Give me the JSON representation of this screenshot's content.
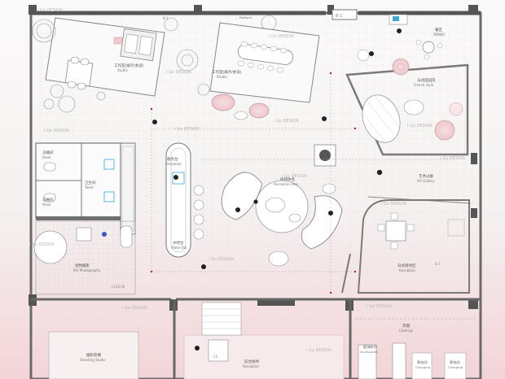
{
  "watermark": "i Go DESIGN",
  "rooms": {
    "studio_left": {
      "cn": "工作室(展示/会谈)",
      "en": "Studio"
    },
    "studio_right": {
      "cn": "工作室(展示/会谈)",
      "en": "Studio"
    },
    "platform": {
      "cn": "独立平台",
      "en": "Platform"
    },
    "dining": {
      "cn": "餐区",
      "en": "DINING"
    },
    "french": {
      "cn": "法式田园风",
      "en": "French style"
    },
    "stool_top": {
      "cn": "马桶间",
      "en": "Stool"
    },
    "toilet": {
      "cn": "卫生间",
      "en": "Toilet"
    },
    "stool_bottom": {
      "cn": "马桶间",
      "en": "Stool"
    },
    "reception_desk": {
      "cn": "服务台",
      "en": "Reception"
    },
    "reception_area": {
      "cn": "接待休息",
      "en": "Reception area"
    },
    "water_bar": {
      "cn": "水吧台",
      "en": "Water Bar"
    },
    "pet_photo": {
      "cn": "宠物摄影",
      "en": "Pet Photography"
    },
    "art_gallery": {
      "cn": "艺术过廊",
      "en": "Art Gallery"
    },
    "jp_reception": {
      "cn": "日式接待区",
      "en": "Reception"
    },
    "shooting": {
      "cn": "摄影影棚",
      "en": "Shooting Studio"
    },
    "front_desk": {
      "cn": "前台接待",
      "en": "Reception"
    },
    "clothing": {
      "cn": "衣帽",
      "en": "Clothing"
    },
    "accessories": {
      "cn": "配饰陈列",
      "en": "Accessories"
    },
    "changing_left": {
      "cn": "更衣间",
      "en": "Changing"
    },
    "changing_right": {
      "cn": "更衣间",
      "en": "Changing"
    }
  },
  "annotations": {
    "elev_pet": "+150.00",
    "tag_top": "B-1",
    "tag_right": "B-1",
    "tag_bottom_left": "C2"
  }
}
